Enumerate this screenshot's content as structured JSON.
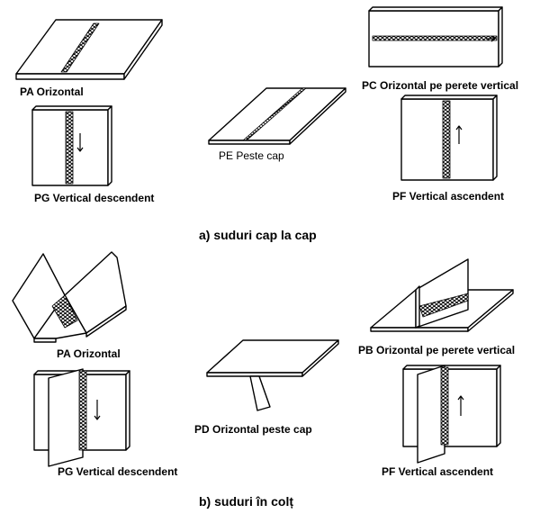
{
  "sections": {
    "butt": {
      "title": "a) suduri cap la cap",
      "labels": {
        "pa": "PA Orizontal",
        "pc": "PC Orizontal pe perete vertical",
        "pe": "PE Peste cap",
        "pg": "PG Vertical descendent",
        "pf": "PF Vertical ascendent"
      }
    },
    "fillet": {
      "title": "b) suduri în colț",
      "labels": {
        "pa": "PA Orizontal",
        "pb": "PB Orizontal pe perete vertical",
        "pd": "PD Orizontal peste cap",
        "pg": "PG Vertical descendent",
        "pf": "PF Vertical ascendent"
      }
    }
  }
}
